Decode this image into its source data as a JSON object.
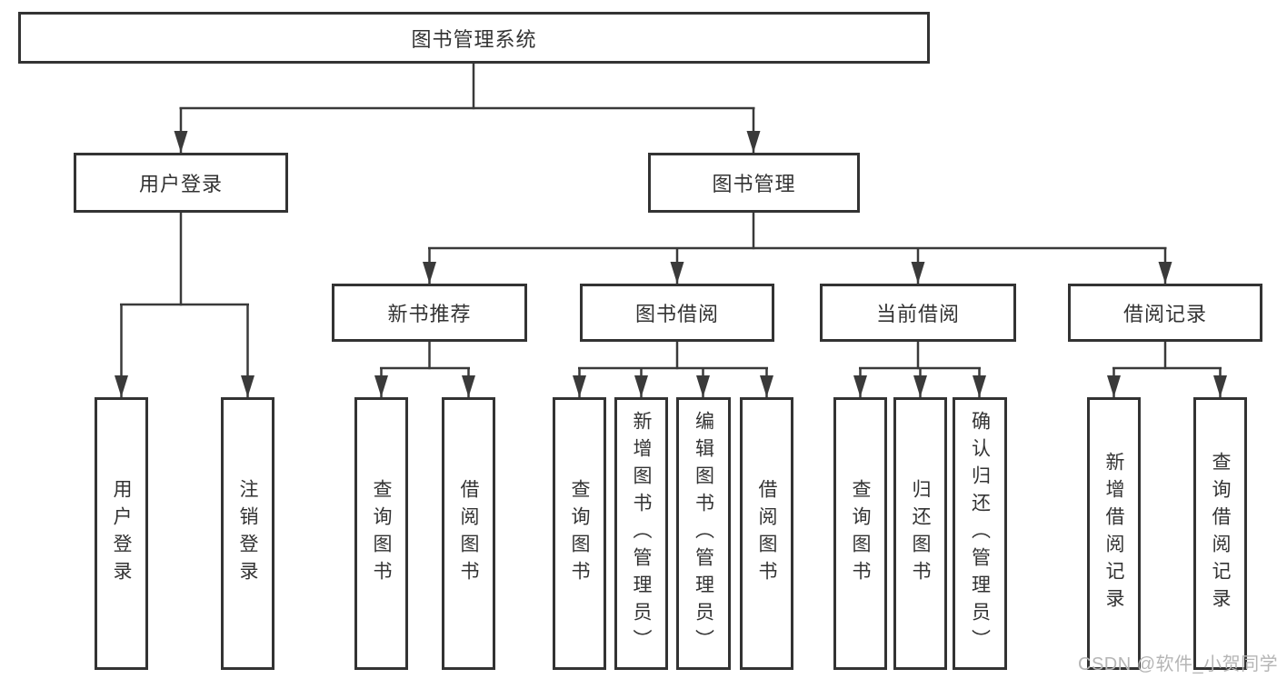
{
  "diagram": {
    "root": {
      "label": "图书管理系统"
    },
    "branches": [
      {
        "label": "用户登录",
        "children": [
          {
            "label": "用户登录"
          },
          {
            "label": "注销登录"
          }
        ]
      },
      {
        "label": "图书管理",
        "children": [
          {
            "label": "新书推荐",
            "children": [
              {
                "label": "查询图书"
              },
              {
                "label": "借阅图书"
              }
            ]
          },
          {
            "label": "图书借阅",
            "children": [
              {
                "label": "查询图书"
              },
              {
                "label": "新增图书（管理员）"
              },
              {
                "label": "编辑图书（管理员）"
              },
              {
                "label": "借阅图书"
              }
            ]
          },
          {
            "label": "当前借阅",
            "children": [
              {
                "label": "查询图书"
              },
              {
                "label": "归还图书"
              },
              {
                "label": "确认归还（管理员）"
              }
            ]
          },
          {
            "label": "借阅记录",
            "children": [
              {
                "label": "新增借阅记录"
              },
              {
                "label": "查询借阅记录"
              }
            ]
          }
        ]
      }
    ]
  },
  "watermark": {
    "text": "CSDN @软件_小贺同学"
  },
  "colors": {
    "line": "#3a3a3a",
    "border": "#333333",
    "text": "#333333",
    "background": "#ffffff",
    "watermark": "#b5b5b5"
  }
}
